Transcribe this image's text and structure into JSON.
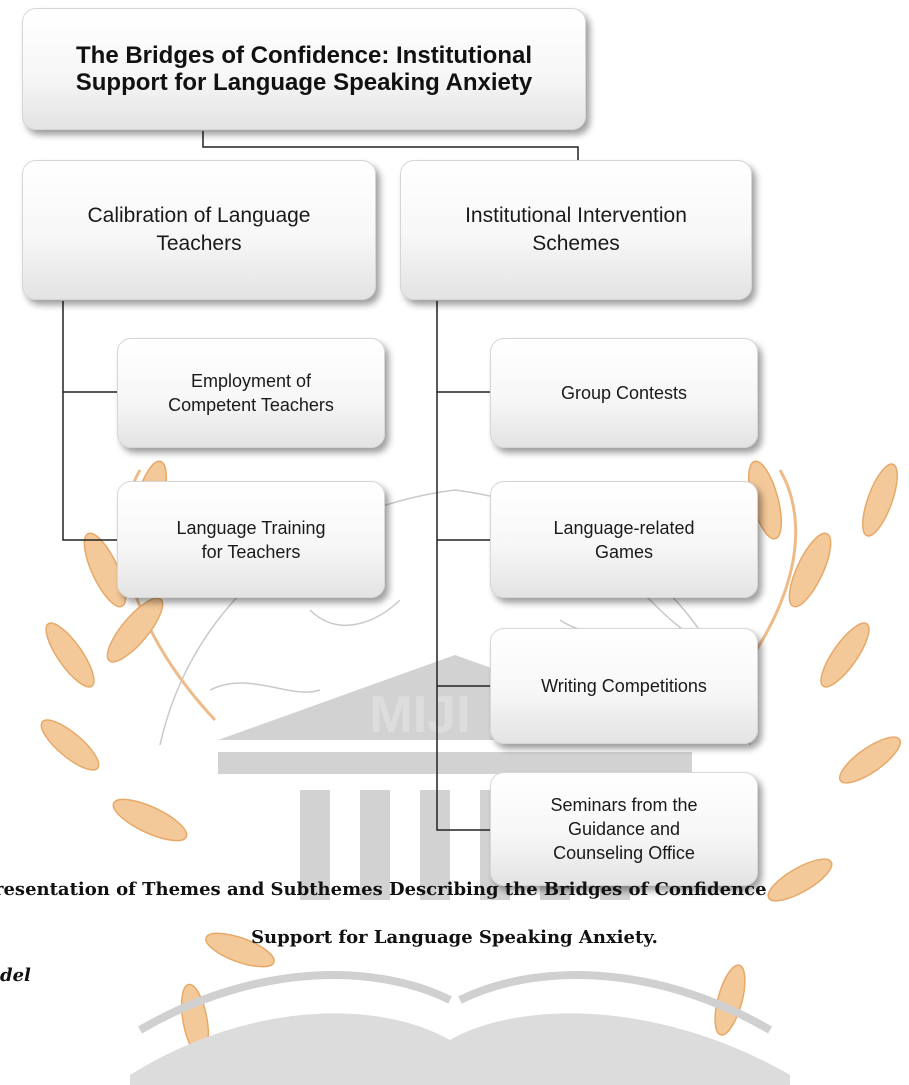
{
  "root": {
    "label": "The Bridges of Confidence: Institutional\nSupport for Language Speaking Anxiety"
  },
  "themes": [
    {
      "label": "Calibration of Language\nTeachers",
      "subthemes": [
        "Employment of\nCompetent Teachers",
        "Language Training\nfor Teachers"
      ]
    },
    {
      "label": "Institutional Intervention\nSchemes",
      "subthemes": [
        "Group Contests",
        "Language-related\nGames",
        "Writing Competitions",
        "Seminars from the\nGuidance and\nCounseling Office"
      ]
    }
  ],
  "caption": {
    "line1": "resentation of Themes and Subthemes Describing the Bridges of Confidence",
    "line2": "Support for Language Speaking Anxiety."
  },
  "section_label": "del",
  "watermark": {
    "text": "MIJI",
    "laurel_color": "#f4c99a",
    "building_color": "#d2d2d2"
  },
  "colors": {
    "connector": "#222222",
    "box_border": "#d6d6d6"
  }
}
